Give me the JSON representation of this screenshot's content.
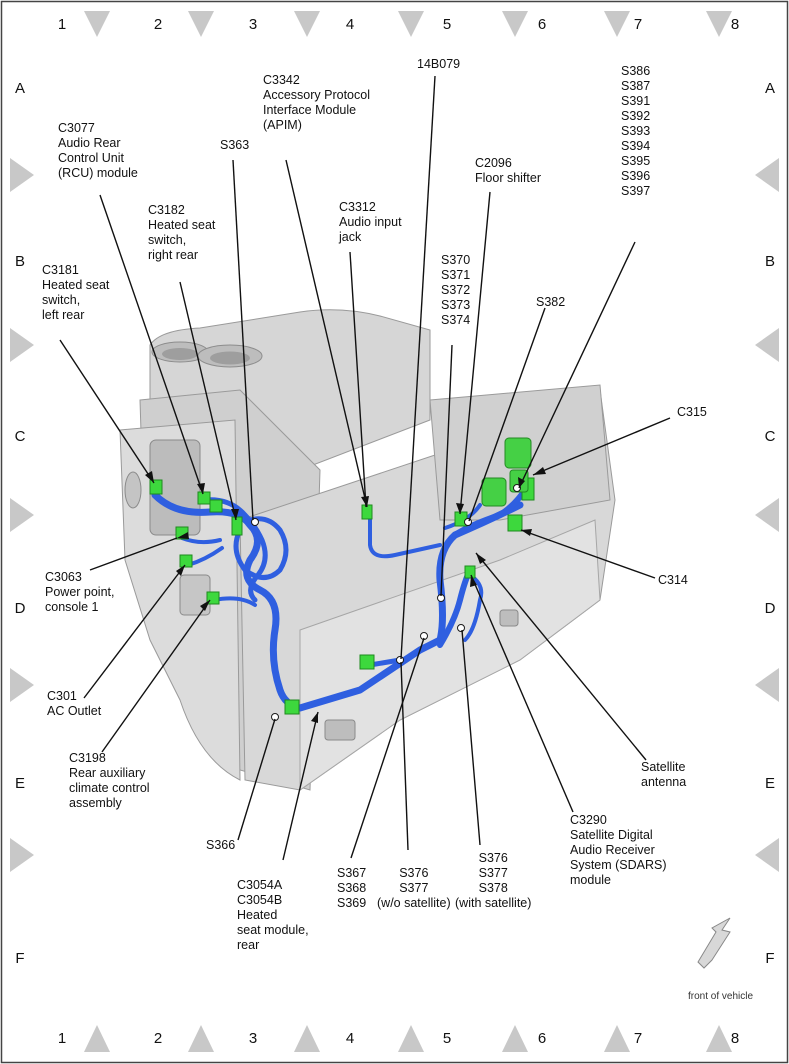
{
  "grid": {
    "columns": [
      "1",
      "2",
      "3",
      "4",
      "5",
      "6",
      "7",
      "8"
    ],
    "rows": [
      "A",
      "B",
      "C",
      "D",
      "E",
      "F"
    ]
  },
  "labels": {
    "c3077": "C3077\nAudio Rear\nControl Unit\n(RCU) module",
    "c3342": "C3342\nAccessory Protocol\nInterface Module\n(APIM)",
    "b14079": "14B079",
    "s386": "S386\nS387\nS391\nS392\nS393\nS394\nS395\nS396\nS397",
    "s363": "S363",
    "c2096": "C2096\nFloor shifter",
    "c3182": "C3182\nHeated seat\nswitch,\nright rear",
    "c3312": "C3312\nAudio input\njack",
    "c3181": "C3181\nHeated seat\nswitch,\nleft rear",
    "s370": "S370\nS371\nS372\nS373\nS374",
    "s382": "S382",
    "c315": "C315",
    "c3063": "C3063\nPower point,\nconsole 1",
    "c314": "C314",
    "c301": "C301\nAC Outlet",
    "c3198": "C3198\nRear auxiliary\nclimate control\nassembly",
    "satellite_antenna": "Satellite\nantenna",
    "s366": "S366",
    "c3290": "C3290\nSatellite Digital\nAudio Receiver\nSystem (SDARS)\nmodule",
    "s376_with": "S376\nS377\nS378\n(with satellite)",
    "s367": "S367\nS368\nS369",
    "s376_wo": "S376\nS377\n(w/o satellite)",
    "c3054": "C3054A\nC3054B\nHeated\nseat module,\nrear",
    "front": "front of vehicle"
  },
  "colors": {
    "harness": "#2f5fe0",
    "connector": "#3dd83d",
    "console": "#d9d9d9",
    "marker": "#c8c8c8"
  }
}
